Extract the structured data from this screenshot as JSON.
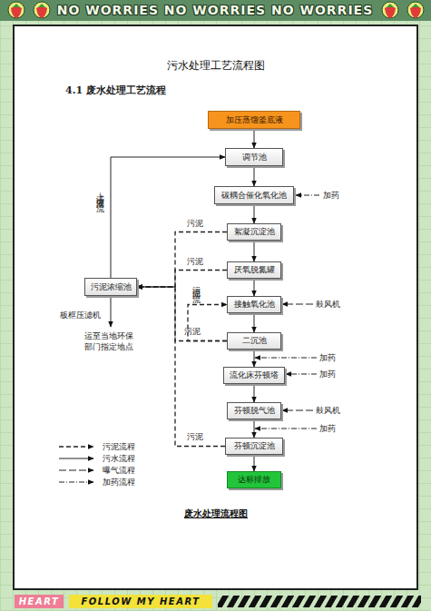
{
  "diagram": {
    "title": "污水处理工艺流程图",
    "caption": "废水处理流程图",
    "nodes": [
      {
        "text": [
          "加压蒸馏釜底液"
        ]
      },
      {
        "text": [
          "调节池"
        ]
      },
      {
        "text": [
          "碳耦合催化氧化池"
        ]
      },
      {
        "text": [
          "絮凝沉淀池"
        ]
      },
      {
        "text": [
          "厌氧脱氮罐"
        ]
      },
      {
        "text": [
          "接触氧化池"
        ]
      },
      {
        "text": [
          "二沉池"
        ]
      },
      {
        "text": [
          "流化床芬顿塔"
        ]
      },
      {
        "text": [
          "芬顿脱气池"
        ]
      },
      {
        "text": [
          "芬顿沉淀池"
        ]
      },
      {
        "text": [
          "达标排放"
        ]
      },
      {
        "text": [
          "污泥浓缩池"
        ]
      }
    ],
    "edges": [
      {
        "from": 0,
        "to": 1,
        "arrow": "to"
      },
      {
        "from": 1,
        "to": 2,
        "arrow": "to"
      },
      {
        "from": 2,
        "to": 3,
        "arrow": "to"
      },
      {
        "from": 3,
        "to": 4,
        "arrow": "to"
      },
      {
        "from": 4,
        "to": 5,
        "arrow": "to"
      },
      {
        "from": 5,
        "to": 6,
        "arrow": "to"
      },
      {
        "from": 6,
        "to": 7,
        "arrow": "to"
      },
      {
        "from": 7,
        "to": 8,
        "arrow": "to"
      },
      {
        "from": 8,
        "to": 9,
        "arrow": "to"
      },
      {
        "from": 9,
        "to": 10,
        "arrow": "to"
      },
      {
        "from": 11,
        "to": 1,
        "label": "上清液回流",
        "arrow": "to"
      },
      {
        "from": 3,
        "to": 11,
        "label": "污泥",
        "arrow": "to"
      },
      {
        "from": 4,
        "to": 11,
        "label": "污泥",
        "arrow": "to"
      },
      {
        "from": 6,
        "to": 11,
        "label": "污泥",
        "arrow": "to"
      },
      {
        "from": 6,
        "to": 5,
        "label": "污泥回流",
        "arrow": "to"
      },
      {
        "from": 9,
        "to": 11,
        "label": "污泥",
        "arrow": "to"
      }
    ],
    "labels": [
      "NO WORRIES NO WORRIES NO WORRIES",
      "4.1 废水处理工艺流程",
      "加药",
      "鼓风机",
      "加药",
      "加药",
      "鼓风机",
      "加药",
      "板框压滤机",
      "运至当地环保部门指定地点",
      "HEART",
      "FOLLOW MY HEART"
    ],
    "legend": [
      {
        "text": "污泥流程"
      },
      {
        "text": "污水流程"
      },
      {
        "text": "曝气流程"
      },
      {
        "text": "加药流程"
      }
    ]
  }
}
